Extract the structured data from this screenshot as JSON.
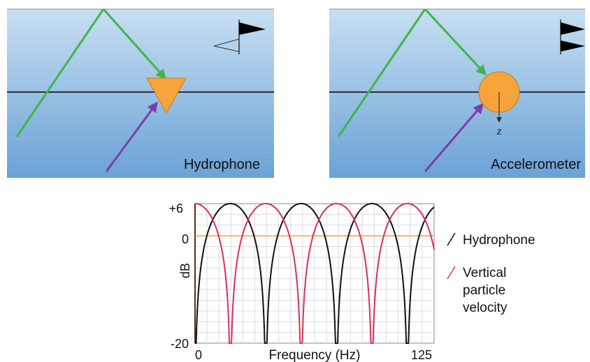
{
  "panels": {
    "left": {
      "label": "Hydrophone"
    },
    "right": {
      "label": "Accelerometer",
      "axis_label": "z"
    }
  },
  "colors": {
    "water_top": "#c8dff2",
    "water_bottom": "#6aa2d6",
    "ray_down": "#3fb54a",
    "ray_up": "#7a3fa8",
    "sensor": "#f7a33c",
    "hydrophone_curve": "#111111",
    "velocity_curve": "#d9305a",
    "zero_line": "#f2a23c"
  },
  "chart_data": {
    "type": "line",
    "x": [
      0,
      125
    ],
    "xlabel": "Frequency (Hz)",
    "ylabel": "dB",
    "xlim": [
      0,
      125
    ],
    "ylim": [
      -20,
      6
    ],
    "tick_labels_y": [
      "+6",
      "0",
      "-20"
    ],
    "tick_labels_x": [
      "0",
      "125"
    ],
    "grid": true,
    "legend_position": "right",
    "series": [
      {
        "name": "Hydrophone",
        "notch_frequencies_hz": [
          0,
          37,
          74,
          111
        ],
        "peak_db": 6
      },
      {
        "name": "Vertical particle velocity",
        "notch_frequencies_hz": [
          18.5,
          55.5,
          92.5
        ],
        "peak_db": 6
      }
    ],
    "legend": [
      {
        "label": "Hydrophone",
        "color": "#111111"
      },
      {
        "label_lines": [
          "Vertical",
          "particle",
          "velocity"
        ],
        "color": "#d9305a"
      }
    ]
  }
}
